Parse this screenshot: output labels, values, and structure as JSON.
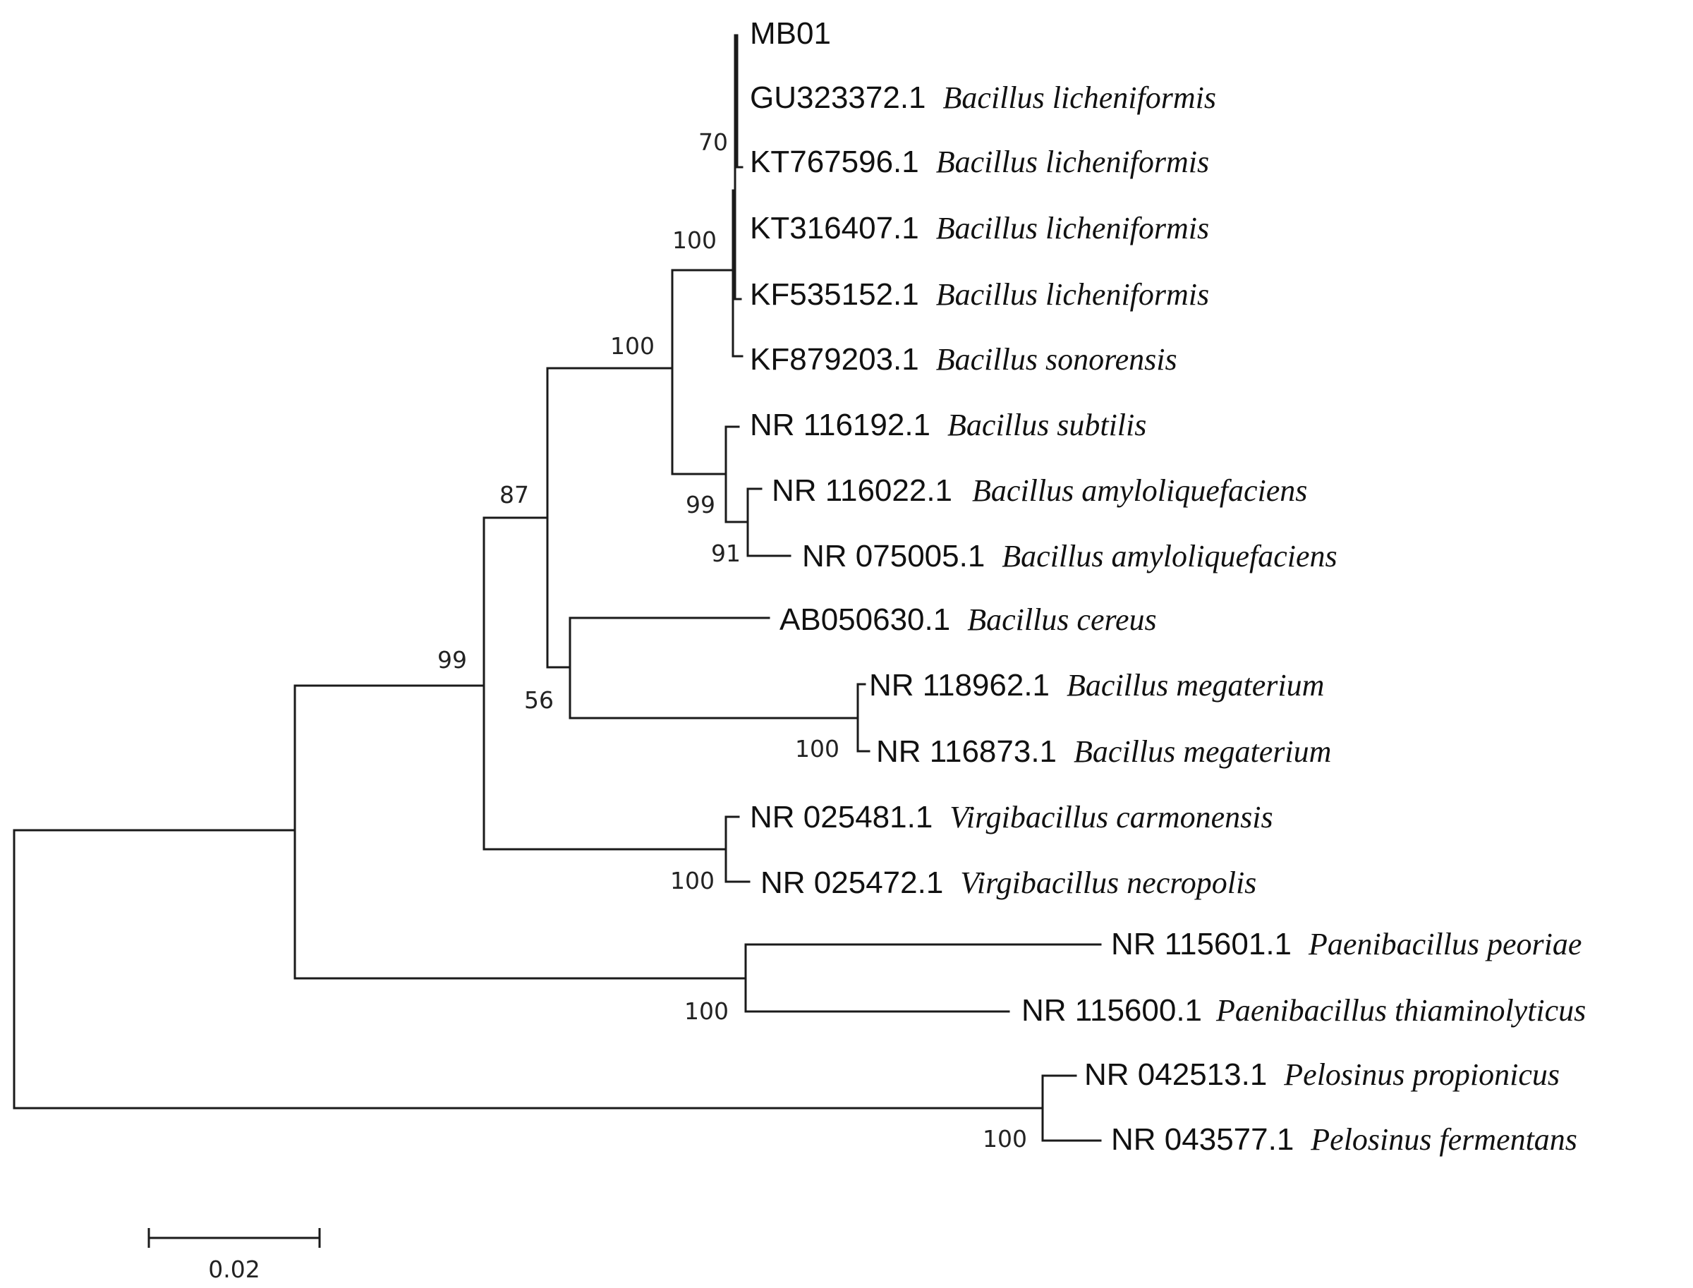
{
  "tree": {
    "taxa": [
      {
        "accession": "MB01",
        "species": ""
      },
      {
        "accession": "GU323372.1",
        "species": "Bacillus licheniformis"
      },
      {
        "accession": "KT767596.1",
        "species": "Bacillus licheniformis"
      },
      {
        "accession": "KT316407.1",
        "species": "Bacillus licheniformis"
      },
      {
        "accession": "KF535152.1",
        "species": "Bacillus licheniformis"
      },
      {
        "accession": "KF879203.1",
        "species": "Bacillus sonorensis"
      },
      {
        "accession": "NR 116192.1",
        "species": "Bacillus subtilis"
      },
      {
        "accession": "NR 116022.1",
        "species": "Bacillus amyloliquefaciens"
      },
      {
        "accession": "NR 075005.1",
        "species": "Bacillus amyloliquefaciens"
      },
      {
        "accession": "AB050630.1",
        "species": "Bacillus cereus"
      },
      {
        "accession": "NR 118962.1",
        "species": "Bacillus megaterium"
      },
      {
        "accession": "NR 116873.1",
        "species": "Bacillus megaterium"
      },
      {
        "accession": "NR 025481.1",
        "species": "Virgibacillus carmonensis"
      },
      {
        "accession": "NR 025472.1",
        "species": "Virgibacillus necropolis"
      },
      {
        "accession": "NR 115601.1",
        "species": "Paenibacillus peoriae"
      },
      {
        "accession": "NR 115600.1",
        "species": "Paenibacillus thiaminolyticus"
      },
      {
        "accession": "NR 042513.1",
        "species": "Pelosinus propionicus"
      },
      {
        "accession": "NR 043577.1",
        "species": "Pelosinus fermentans"
      }
    ],
    "bootstrap": {
      "licheniformis_clade": "70",
      "licheniformis_sonorensis": "100",
      "subtilis_group": "100",
      "subtilis_amylo": "99",
      "amylo_pair": "91",
      "bacillus_core": "87",
      "cereus_megaterium": "56",
      "megaterium_pair": "100",
      "bacillaceae": "99",
      "virgibacillus_pair": "100",
      "paenibacillus_pair": "100",
      "pelosinus_pair": "100"
    },
    "scale_bar": {
      "label": "0.02",
      "value": 0.02
    }
  }
}
